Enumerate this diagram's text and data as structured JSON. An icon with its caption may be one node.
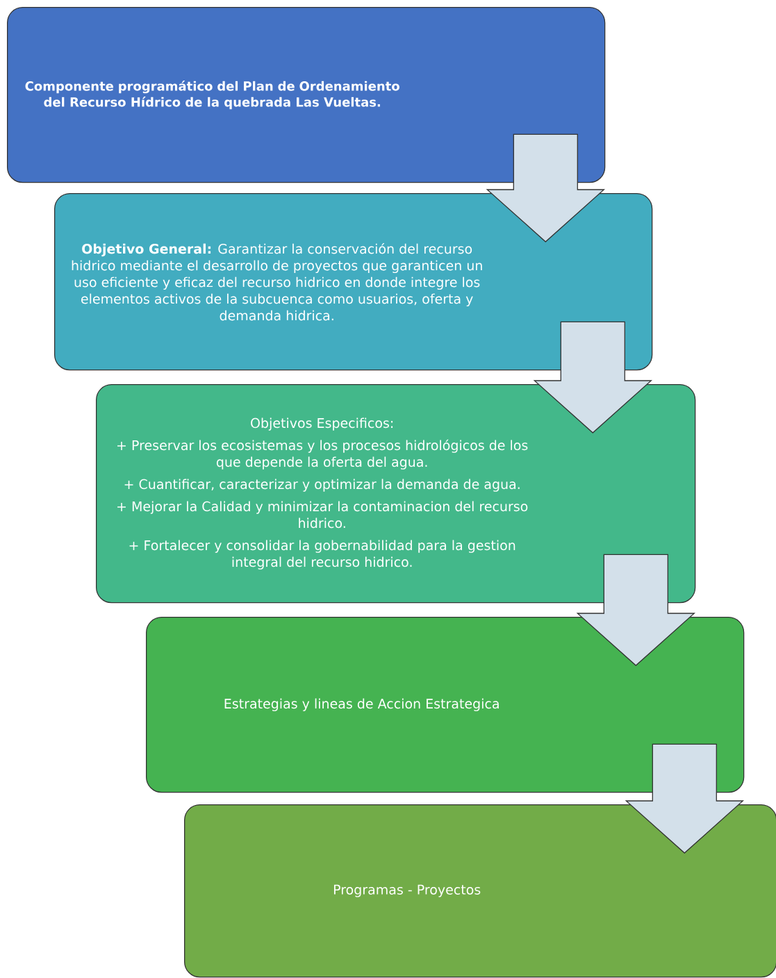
{
  "diagram": {
    "nodes": [
      {
        "text": [
          "Componente programático del Plan de Ordenamiento del Recurso Hídrico de la quebrada Las Vueltas."
        ]
      },
      {
        "text": [
          "**Objetivo General:** Garantizar la conservación del recurso hidrico mediante el desarrollo de proyectos que garanticen un uso eficiente y eficaz del recurso hidrico en donde integre los elementos activos de la subcuenca como usuarios, oferta y demanda hidrica."
        ]
      },
      {
        "text": [
          "Objetivos Especificos:",
          "+ Preservar los ecosistemas y los procesos hidrológicos de los que depende la oferta del agua.",
          "+ Cuantificar, caracterizar y optimizar la demanda de agua.",
          "+ Mejorar la Calidad y minimizar la contaminacion del recurso hidrico.",
          "+ Fortalecer y consolidar la gobernabilidad para la gestion integral del recurso hidrico."
        ]
      },
      {
        "text": [
          "Estrategias y lineas de Accion Estrategica"
        ]
      },
      {
        "text": [
          "Programas  - Proyectos"
        ]
      }
    ],
    "edges": [
      {
        "from": 0,
        "to": 1,
        "arrow": "to"
      },
      {
        "from": 1,
        "to": 2,
        "arrow": "to"
      },
      {
        "from": 2,
        "to": 3,
        "arrow": "to"
      },
      {
        "from": 3,
        "to": 4,
        "arrow": "to"
      }
    ]
  }
}
